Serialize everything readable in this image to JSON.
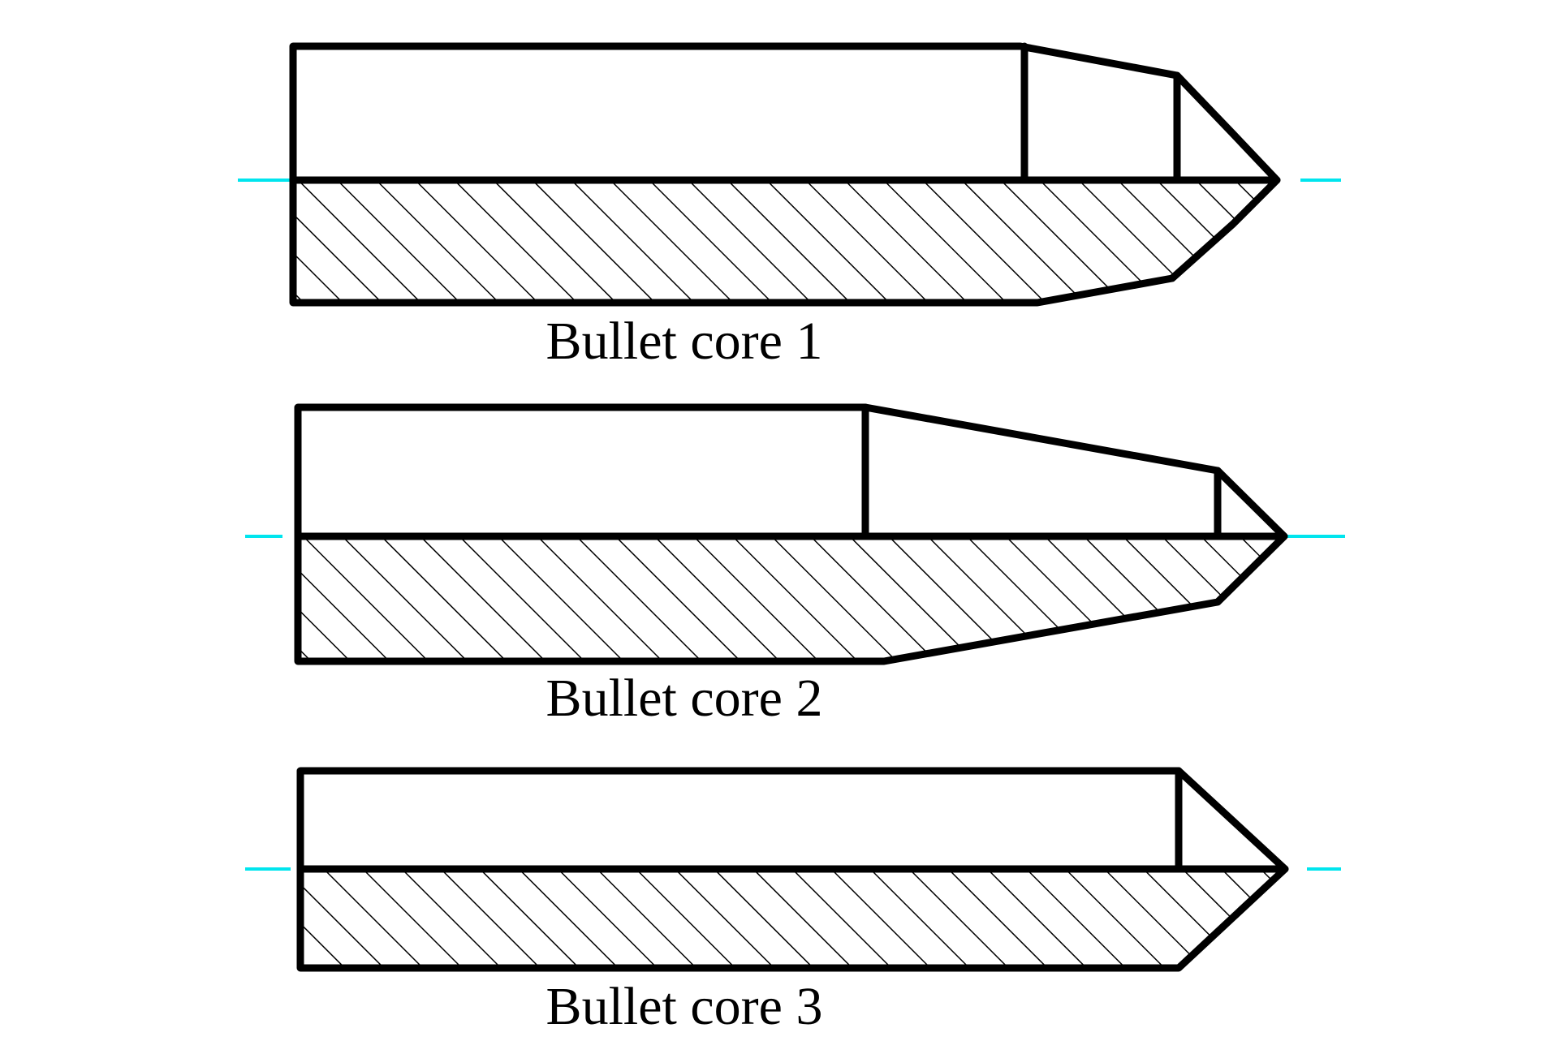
{
  "colors": {
    "outline": "#000000",
    "axis": "#00e5ee",
    "background": "#ffffff"
  },
  "cores": [
    {
      "label": "Bullet core 1"
    },
    {
      "label": "Bullet core 2"
    },
    {
      "label": "Bullet core 3"
    }
  ]
}
